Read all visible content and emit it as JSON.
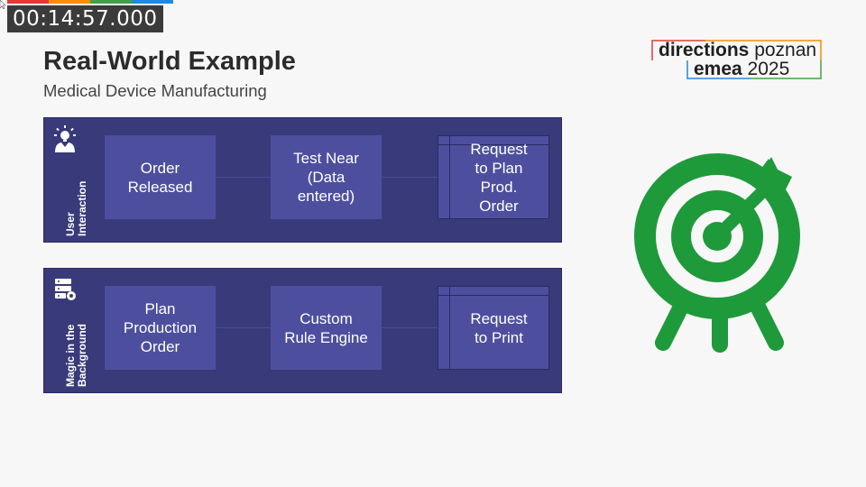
{
  "video": {
    "timestamp": "00:14:57.000"
  },
  "colors": {
    "bar": [
      "#e53935",
      "#fb8c00",
      "#43a047",
      "#1e88e5"
    ],
    "panel": "#393a79",
    "box": "#4d4f9e",
    "target": "#1f9a3a"
  },
  "slide": {
    "title": "Real-World Example",
    "subtitle": "Medical Device Manufacturing",
    "logo": {
      "line1_bold": "directions",
      "line1_light": " poznan",
      "line2_bold": "emea",
      "line2_light": " 2025"
    },
    "panels": [
      {
        "label": "User\nInteraction",
        "icon": "user-idea-icon",
        "boxes": [
          "Order\nReleased",
          "Test Near\n(Data\nentered)",
          "Request\nto Plan\nProd.\nOrder"
        ]
      },
      {
        "label": "Magic in the\nBackground",
        "icon": "server-gear-icon",
        "boxes": [
          "Plan\nProduction\nOrder",
          "Custom\nRule Engine",
          "Request\nto Print"
        ]
      }
    ],
    "graphic_icon": "target-arrow-icon"
  }
}
